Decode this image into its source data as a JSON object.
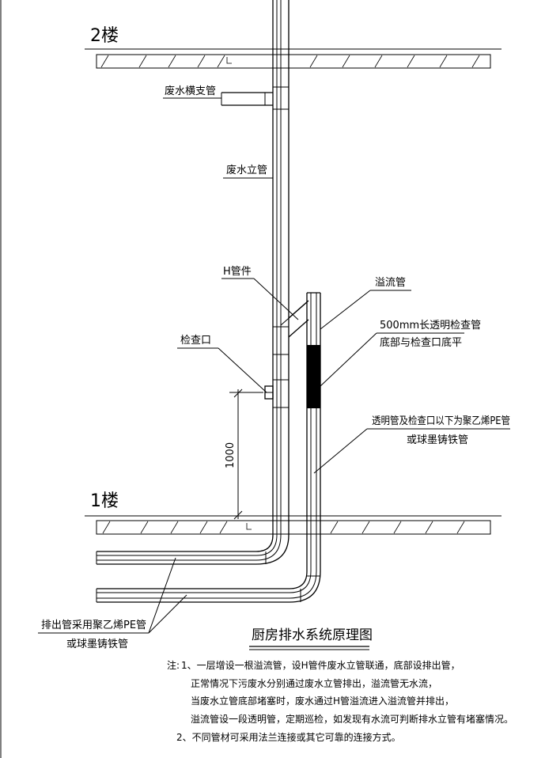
{
  "floors": {
    "upper_label": "2楼",
    "lower_label": "1楼"
  },
  "labels": {
    "branch_pipe": "废水横支管",
    "riser": "废水立管",
    "h_fitting": "H管件",
    "overflow_pipe": "溢流管",
    "inspection_pipe_line1": "500mm长透明检查管",
    "inspection_pipe_line2": "底部与检查口底平",
    "cleanout": "检查口",
    "material_line1": "透明管及检查口以下为聚乙烯PE管",
    "material_line2": "或球墨铸铁管",
    "outlet_line1": "排出管采用聚乙烯PE管",
    "outlet_line2": "或球墨铸铁管"
  },
  "dimension": {
    "value": "1000"
  },
  "title": "厨房排水系统原理图",
  "notes": {
    "prefix": "注:",
    "n1_line1": "1、一层增设一根溢流管，设H管件废水立管联通，底部设排出管，",
    "n1_line2": "正常情况下污废水分别通过废水立管排出，溢流管无水流，",
    "n1_line3": "当废水立管底部堵塞时，废水通过H管溢流进入溢流管并排出，",
    "n1_line4": "溢流管设一段透明管，定期巡检，如发现有水流可判断排水立管有堵塞情况。",
    "n2": "2、不同管材可采用法兰连接或其它可靠的连接方式。"
  }
}
